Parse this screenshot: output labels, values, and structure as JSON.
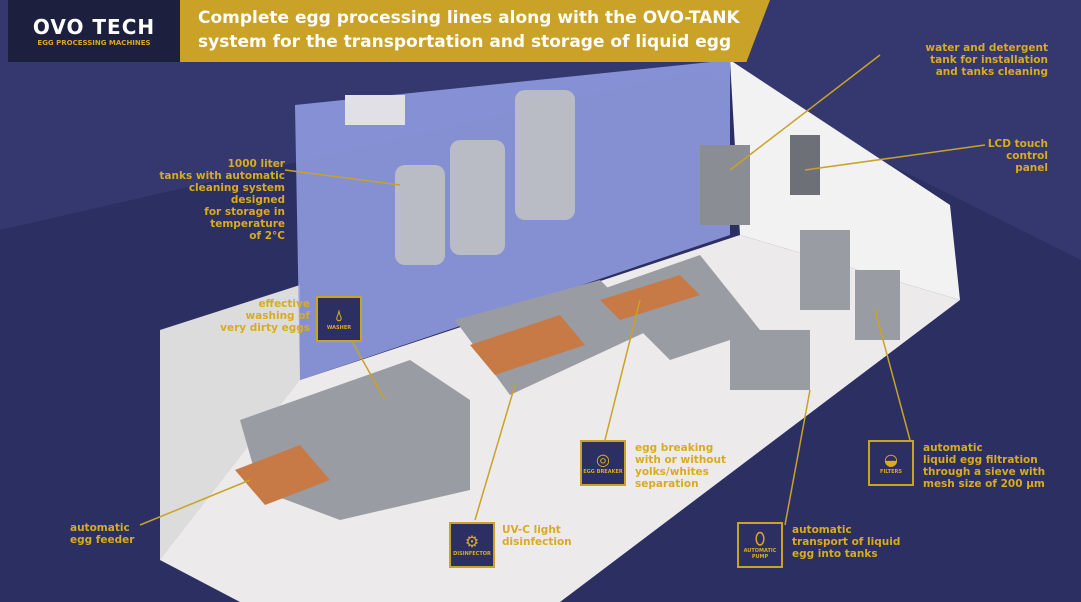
{
  "header": {
    "logo": "OVO TECH",
    "logo_sub": "EGG PROCESSING MACHINES",
    "title_line1": "Complete egg processing lines along with the OVO-TANK",
    "title_line2": "system for the transportation and storage of liquid egg"
  },
  "labels": {
    "tanks": [
      "1000 liter",
      "tanks with automatic",
      "cleaning system designed",
      "for storage in temperature",
      "of 2°C"
    ],
    "water": [
      "water and detergent",
      "tank for installation",
      "and tanks cleaning"
    ],
    "lcd": [
      "LCD touch",
      "control",
      "panel"
    ],
    "washing": [
      "effective",
      "washing of",
      "very dirty eggs"
    ],
    "feeder": [
      "automatic",
      "egg feeder"
    ],
    "uvc": [
      "UV-C light",
      "disinfection"
    ],
    "breaking": [
      "egg breaking",
      "with or without",
      "yolks/whites",
      "separation"
    ],
    "filtration": [
      "automatic",
      "liquid egg filtration",
      "through a sieve with",
      "mesh size of 200 µm"
    ],
    "transport": [
      "automatic",
      "transport of liquid",
      "egg into tanks"
    ]
  },
  "icons": {
    "washer": {
      "icon": "water-drop",
      "caption": "WASHER"
    },
    "breaker": {
      "icon": "egg-breaker",
      "caption": "EGG BREAKER"
    },
    "disinfector": {
      "icon": "disinfector",
      "caption": "DISINFECTOR"
    },
    "filters": {
      "icon": "filter-bowl",
      "caption": "FILTERS"
    },
    "pump": {
      "icon": "egg",
      "caption": "AUTOMATIC PUMP"
    }
  },
  "colors": {
    "navy": "#2c2f62",
    "gold": "#c9a227",
    "wall": "#9aa6e6"
  }
}
